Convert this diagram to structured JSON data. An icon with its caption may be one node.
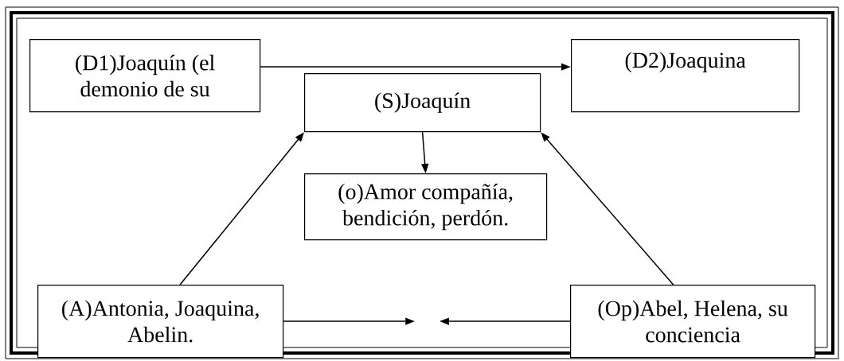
{
  "diagram": {
    "nodes": [
      {
        "text": [
          "(D1)Joaquín (el demonio de su"
        ]
      },
      {
        "text": [
          "(D2)Joaquina"
        ]
      },
      {
        "text": [
          "(S)Joaquín"
        ]
      },
      {
        "text": [
          "(o)Amor compañía, bendición, perdón."
        ]
      },
      {
        "text": [
          "(A)Antonia, Joaquina, Abelin."
        ]
      },
      {
        "text": [
          "(Op)Abel, Helena, su conciencia"
        ]
      }
    ],
    "edges": [
      {
        "from": 0,
        "to": 1,
        "arrow": "to"
      },
      {
        "from": 2,
        "to": 3,
        "arrow": "to"
      },
      {
        "from": 4,
        "to": 2,
        "arrow": "to"
      },
      {
        "from": 5,
        "to": 2,
        "arrow": "to"
      },
      {
        "from": 4,
        "to": null,
        "arrow": "to"
      },
      {
        "from": 5,
        "to": null,
        "arrow": "to"
      }
    ]
  }
}
